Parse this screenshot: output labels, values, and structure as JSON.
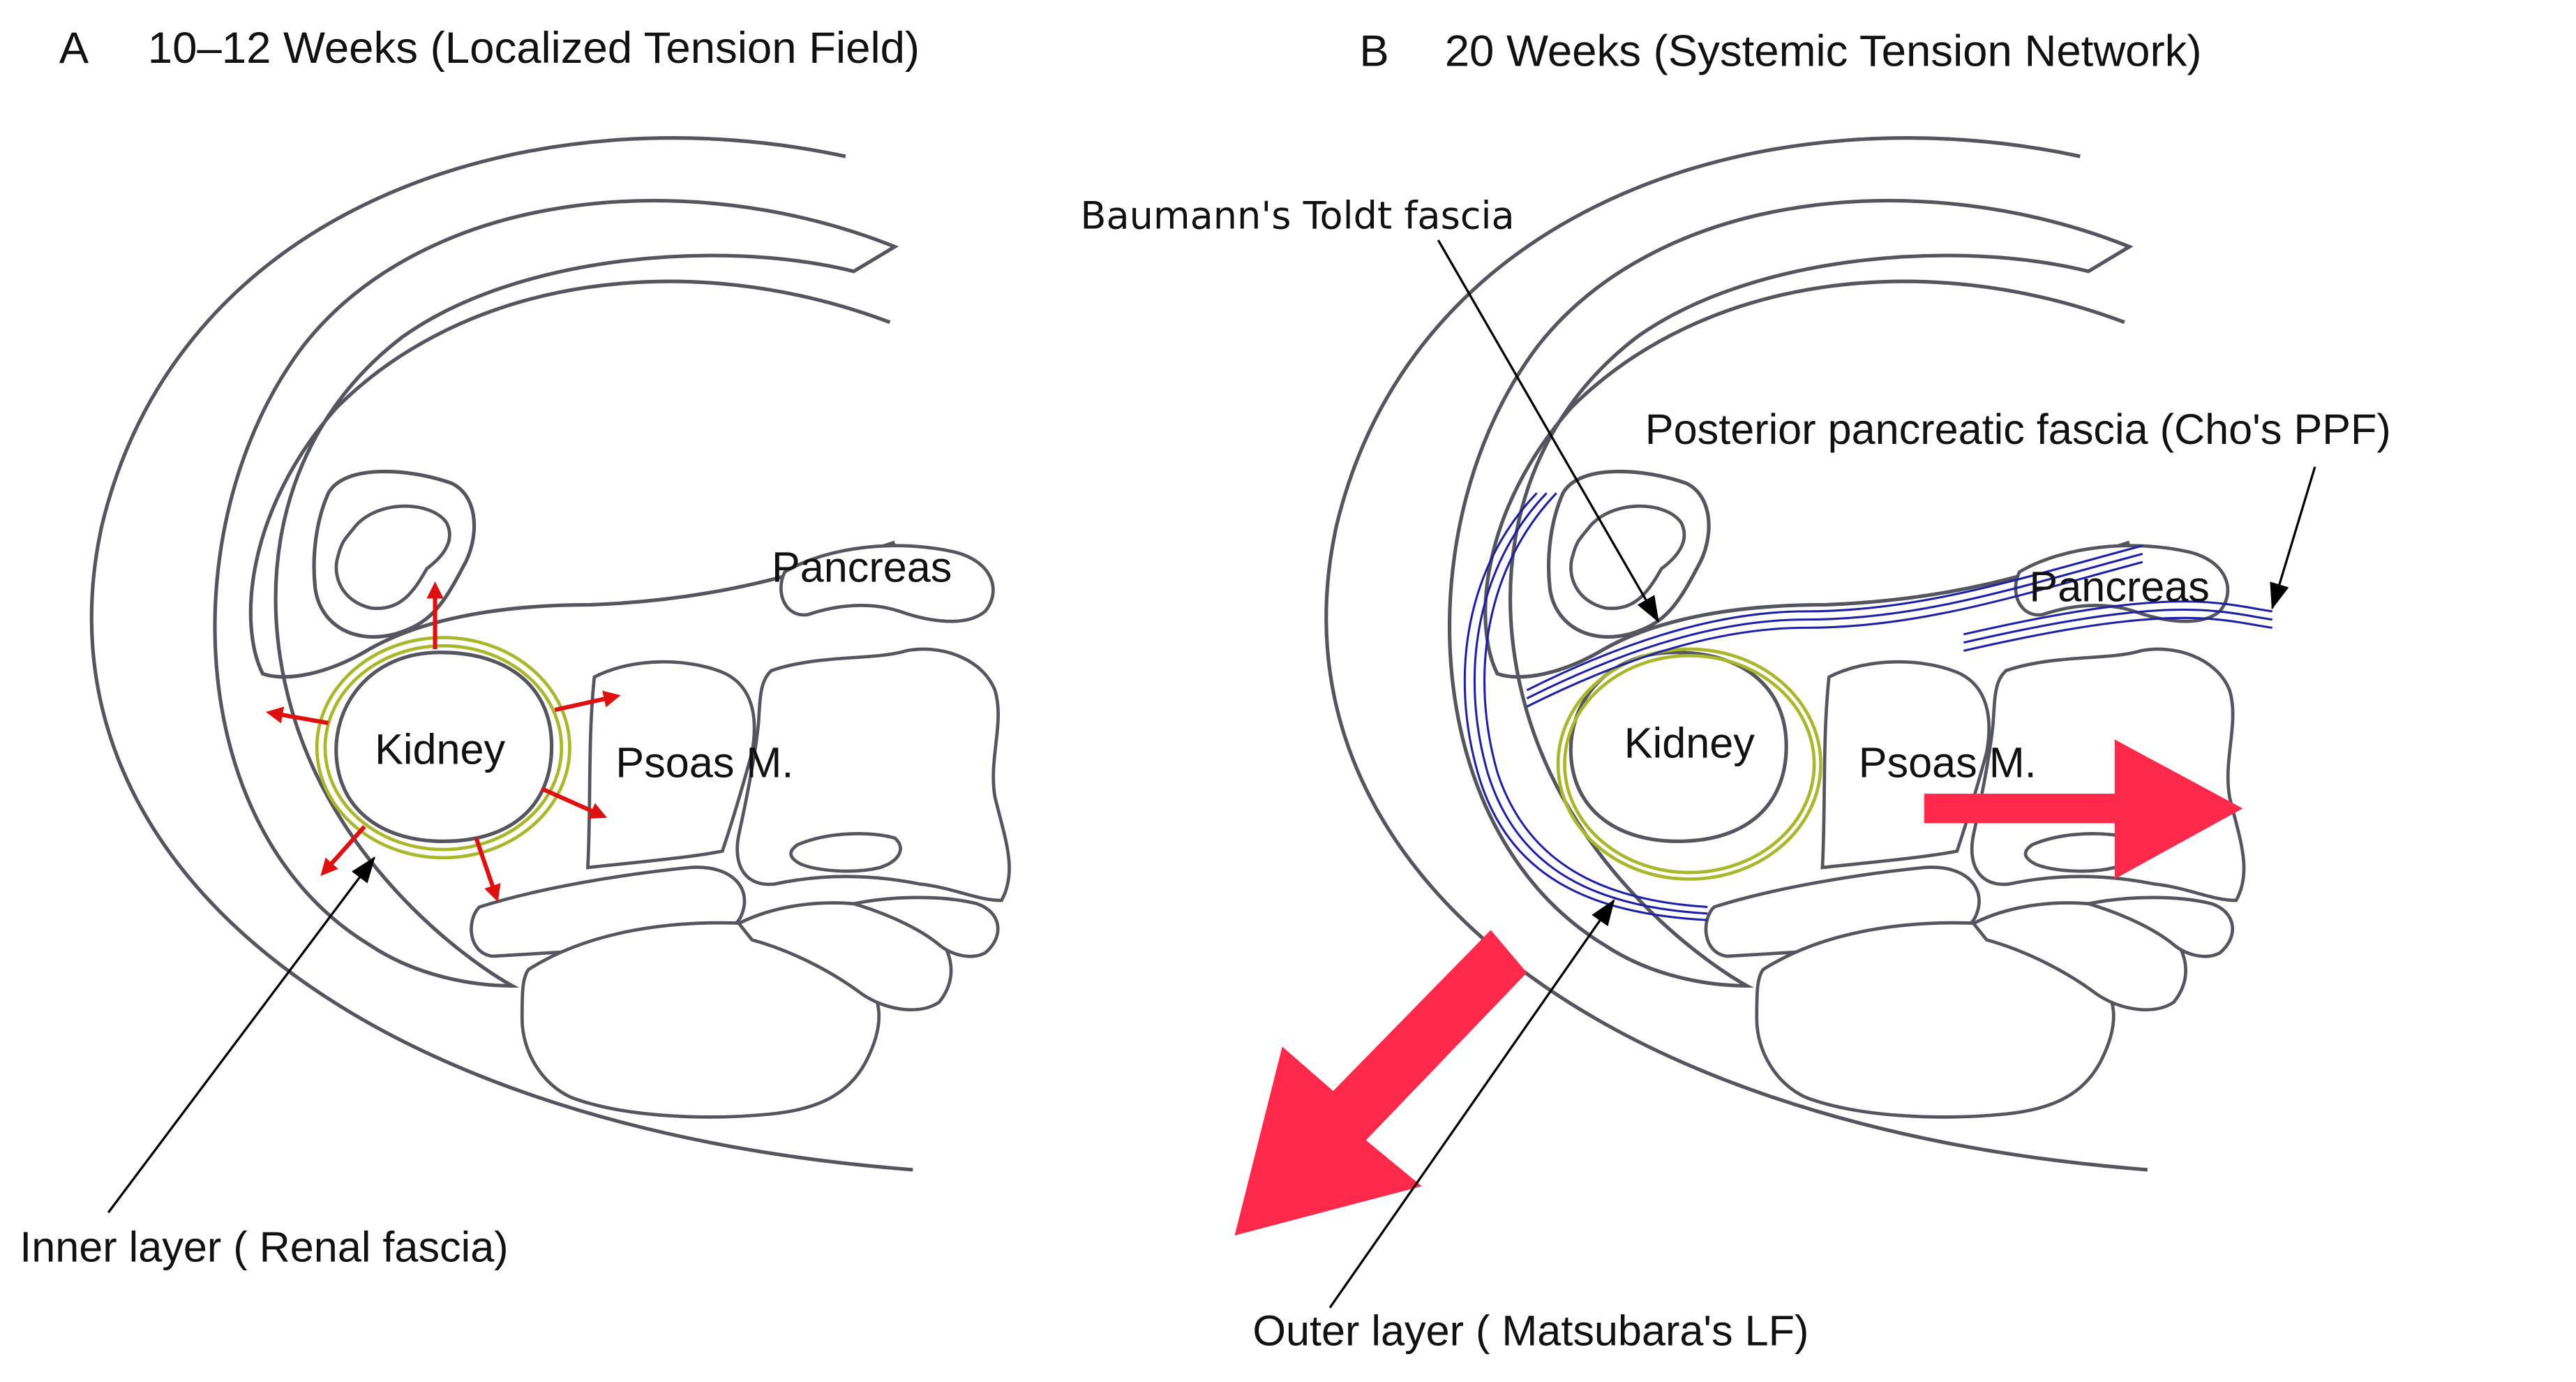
{
  "panel_a": {
    "letter": "A",
    "title": "10–12 Weeks (Localized Tension Field)",
    "labels": {
      "kidney": "Kidney",
      "psoas": "Psoas M.",
      "pancreas": "Pancreas",
      "inner_layer": "Inner layer ( Renal fascia)"
    }
  },
  "panel_b": {
    "letter": "B",
    "title": "20 Weeks (Systemic Tension Network)",
    "labels": {
      "kidney": "Kidney",
      "psoas": "Psoas M.",
      "pancreas": "Pancreas",
      "toldt": "Baumann's Toldt fascia",
      "ppf": "Posterior pancreatic fascia (Cho's PPF)",
      "outer_layer": "Outer layer ( Matsubara's LF)"
    }
  },
  "colors": {
    "outline": "#55555f",
    "renal_fascia": "#a9b82a",
    "tension_arrow_small": "#e01010",
    "tension_arrow_large": "#ff2a4b",
    "fascia_blue": "#1f1fa8",
    "leader": "#000000"
  }
}
